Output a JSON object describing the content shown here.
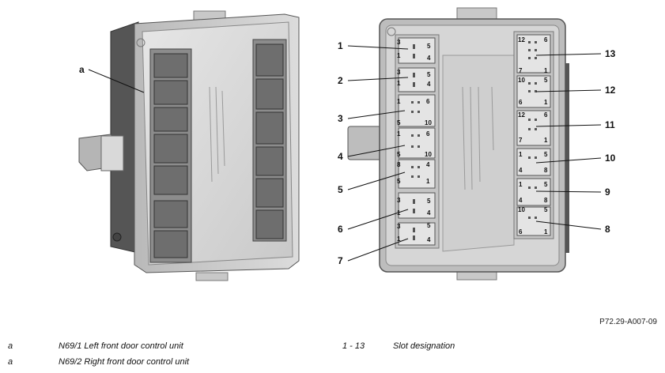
{
  "figure": {
    "callouts": {
      "a": "a",
      "n1": "1",
      "n2": "2",
      "n3": "3",
      "n4": "4",
      "n5": "5",
      "n6": "6",
      "n7": "7",
      "n8": "8",
      "n9": "9",
      "n10": "10",
      "n11": "11",
      "n12": "12",
      "n13": "13"
    },
    "reference": "P72.29-A007-09"
  },
  "legend": [
    {
      "key": "a",
      "text": "N69/1 Left front door control unit"
    },
    {
      "key": "a",
      "text": "N69/2 Right front door control unit"
    },
    {
      "key": "1 - 13",
      "text": "Slot designation"
    }
  ]
}
